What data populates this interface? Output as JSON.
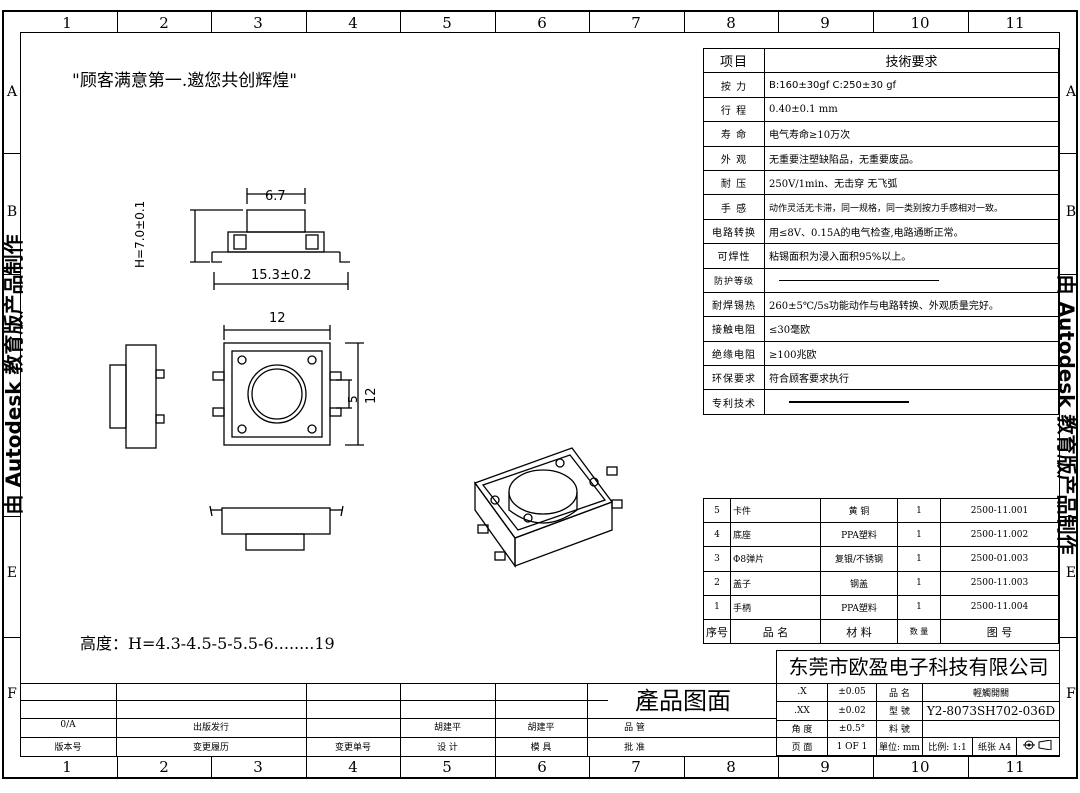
{
  "grid": {
    "columns": [
      "1",
      "2",
      "3",
      "4",
      "5",
      "6",
      "7",
      "8",
      "9",
      "10",
      "11"
    ],
    "rows_left": [
      "A",
      "B",
      "E",
      "F"
    ],
    "rows_right": [
      "A",
      "B",
      "E",
      "F"
    ]
  },
  "slogan": "\"顾客满意第一.邀您共创辉煌\"",
  "heights_note": "高度：H=4.3-4.5-5-5.5-6........19",
  "watermark": "由 Autodesk 教育版产品制作",
  "dimensions": {
    "top_width": "6.7",
    "height": "H=7.0±0.1",
    "base_width": "15.3±0.2",
    "body_width": "12",
    "body_height": "12",
    "button_dia": "5"
  },
  "spec": {
    "header_item": "项目",
    "header_req": "技術要求",
    "rows": [
      {
        "k": "按 力",
        "v": "B:160±30gf C:250±30 gf"
      },
      {
        "k": "行 程",
        "v": "0.40±0.1 mm"
      },
      {
        "k": "寿 命",
        "v": "电气寿命≥10万次"
      },
      {
        "k": "外 观",
        "v": "无重要注塑缺陷品，无重要废品。"
      },
      {
        "k": "耐 压",
        "v": "250V/1min、无击穿 无飞弧"
      },
      {
        "k": "手 感",
        "v": "动作灵活无卡滞，同一规格，同一类别按力手感相对一致。"
      },
      {
        "k": "电路转换",
        "v": "用≤8V、0.15A的电气检查,电路通断正常。"
      },
      {
        "k": "可焊性",
        "v": "粘锡面积为浸入面积95%以上。"
      },
      {
        "k": "防护等级",
        "v": ""
      },
      {
        "k": "耐焊锡热",
        "v": "260±5℃/5s功能动作与电路转换、外观质量完好。"
      },
      {
        "k": "接触电阻",
        "v": "≤30毫欧"
      },
      {
        "k": "绝缘电阻",
        "v": "≥100兆欧"
      },
      {
        "k": "环保要求",
        "v": "符合顾客要求执行"
      },
      {
        "k": "专利技术",
        "v": ""
      }
    ]
  },
  "bom": {
    "rows": [
      {
        "no": "5",
        "name": "卡件",
        "mat": "黄 铜",
        "qty": "1",
        "code": "2500-11.001"
      },
      {
        "no": "4",
        "name": "底座",
        "mat": "PPA塑料",
        "qty": "1",
        "code": "2500-11.002"
      },
      {
        "no": "3",
        "name": "Φ8弹片",
        "mat": "复银/不锈钢",
        "qty": "1",
        "code": "2500-01.003"
      },
      {
        "no": "2",
        "name": "盖子",
        "mat": "钢盖",
        "qty": "1",
        "code": "2500-11.003"
      },
      {
        "no": "1",
        "name": "手柄",
        "mat": "PPA塑料",
        "qty": "1",
        "code": "2500-11.004"
      }
    ],
    "header": {
      "no": "序号",
      "name": "品 名",
      "mat": "材 料",
      "qty": "数 量",
      "code": "图 号"
    }
  },
  "company": "东莞市欧盈电子科技有限公司",
  "title_block": {
    "drawing_title": "產品图面",
    "rev_value": "0/A",
    "rev_desc": "出版发行",
    "drafter1": "胡建平",
    "drafter2": "胡建平",
    "quality": "品 管",
    "approve": "批 准",
    "ver": "版本号",
    "history": "变更履历",
    "change_no": "变更单号",
    "design": "设 计",
    "mold": "模 具",
    "tol_x": ".X",
    "tol_x_v": "±0.05",
    "tol_xx": ".XX",
    "tol_xx_v": "±0.02",
    "angle": "角 度",
    "angle_v": "±0.5°",
    "page": "页 面",
    "page_v": "1 OF 1",
    "unit": "單位: mm",
    "scale": "比例: 1:1",
    "paper": "纸张 A4",
    "pn_label": "品 名",
    "pn_value": "輕觸開關",
    "model_label": "型 號",
    "model_value": "Y2-8073SH702-036D",
    "material_label": "料 號",
    "material_value": ""
  }
}
